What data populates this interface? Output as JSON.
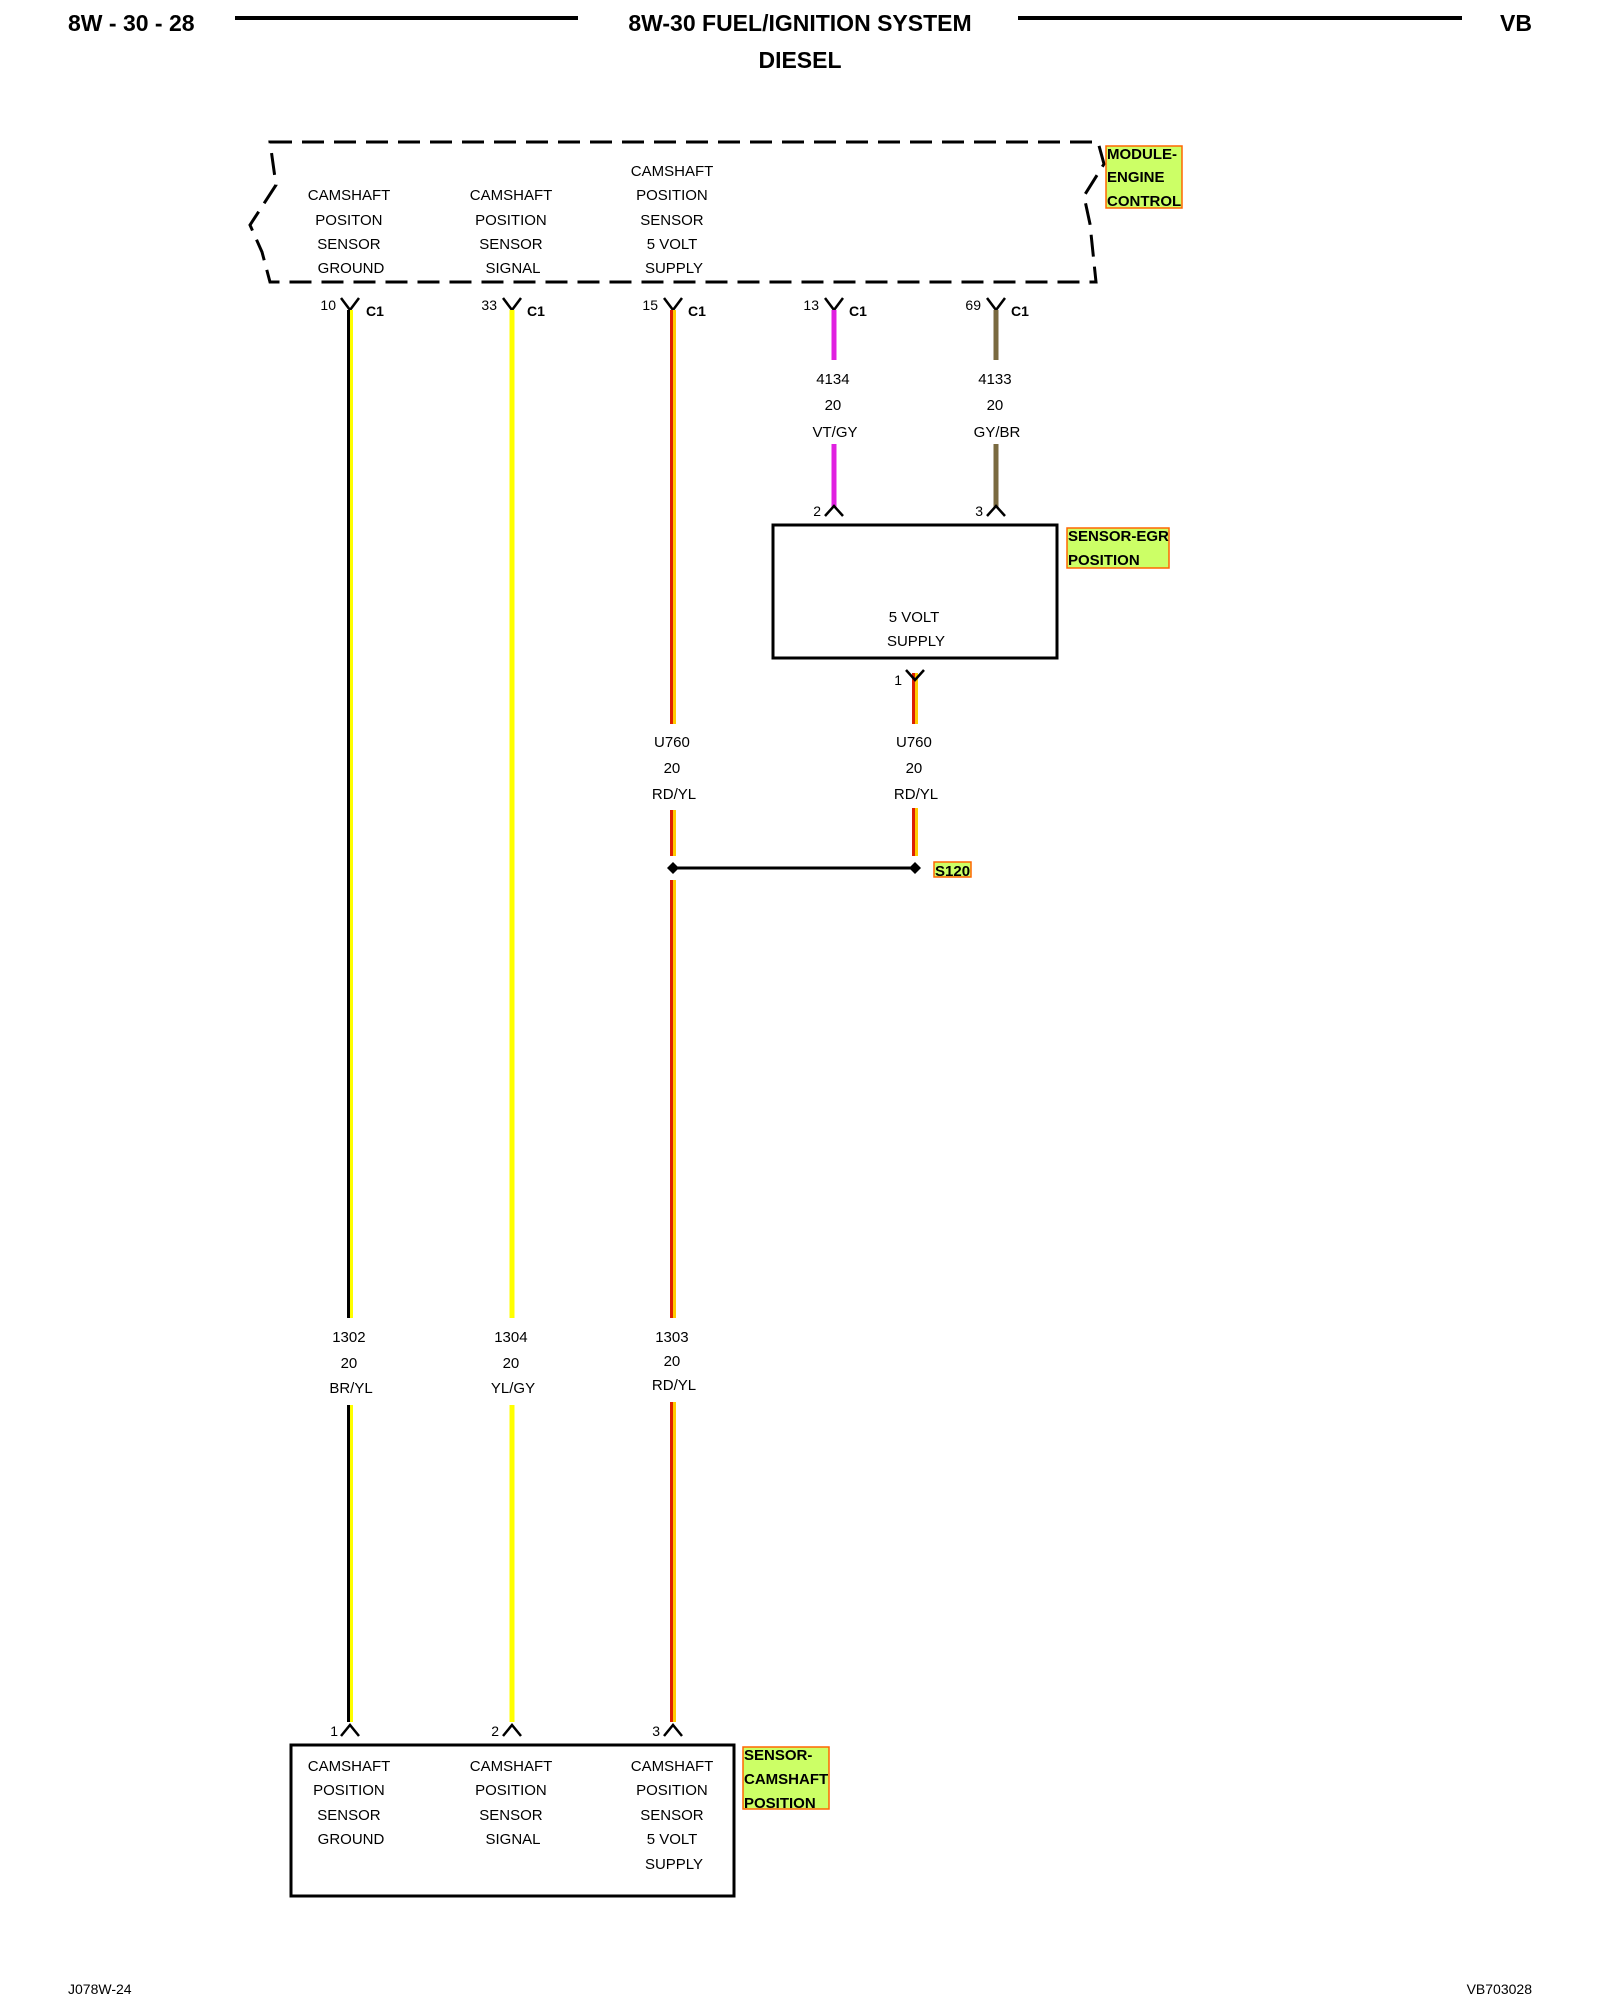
{
  "header": {
    "page_code": "8W - 30 - 28",
    "title": "8W-30 FUEL/IGNITION SYSTEM",
    "subtitle": "DIESEL",
    "model": "VB"
  },
  "footer": {
    "left_code": "J078W-24",
    "right_code": "VB703028"
  },
  "components": {
    "ecm": {
      "tag": [
        "MODULE-",
        "ENGINE",
        "CONTROL"
      ],
      "pin_labels": [
        [
          "CAMSHAFT",
          "POSITON",
          "SENSOR",
          "GROUND"
        ],
        [
          "CAMSHAFT",
          "POSITION",
          "SENSOR",
          "SIGNAL"
        ],
        [
          "CAMSHAFT",
          "POSITION",
          "SENSOR",
          "5 VOLT",
          "SUPPLY"
        ]
      ]
    },
    "egr_sensor": {
      "tag": [
        "SENSOR-EGR",
        "POSITION"
      ],
      "internal_label": [
        "5 VOLT",
        "SUPPLY"
      ]
    },
    "cam_sensor": {
      "tag": [
        "SENSOR-",
        "CAMSHAFT",
        "POSITION"
      ],
      "pin_labels": [
        [
          "CAMSHAFT",
          "POSITION",
          "SENSOR",
          "GROUND"
        ],
        [
          "CAMSHAFT",
          "POSITION",
          "SENSOR",
          "SIGNAL"
        ],
        [
          "CAMSHAFT",
          "POSITION",
          "SENSOR",
          "5 VOLT",
          "SUPPLY"
        ]
      ]
    }
  },
  "ecm_pins": [
    {
      "pin": "10",
      "connector": "C1"
    },
    {
      "pin": "33",
      "connector": "C1"
    },
    {
      "pin": "15",
      "connector": "C1"
    },
    {
      "pin": "13",
      "connector": "C1"
    },
    {
      "pin": "69",
      "connector": "C1"
    }
  ],
  "egr_pins": [
    "2",
    "3",
    "1"
  ],
  "cam_pins": [
    "1",
    "2",
    "3"
  ],
  "splice": {
    "name": "S120"
  },
  "wires": {
    "w1302": {
      "circuit": "1302",
      "gauge": "20",
      "color_code": "BR/YL",
      "colors": [
        "#000000",
        "#ffff00"
      ]
    },
    "w1304": {
      "circuit": "1304",
      "gauge": "20",
      "color_code": "YL/GY",
      "colors": [
        "#ffff00",
        "#ffff00"
      ]
    },
    "w1303": {
      "circuit": "1303",
      "gauge": "20",
      "color_code": "RD/YL",
      "colors": [
        "#dd2200",
        "#ffcc00"
      ]
    },
    "w4134": {
      "circuit": "4134",
      "gauge": "20",
      "color_code": "VT/GY",
      "colors": [
        "#e020e0",
        "#e020e0"
      ]
    },
    "w4133": {
      "circuit": "4133",
      "gauge": "20",
      "color_code": "GY/BR",
      "colors": [
        "#7a6a40",
        "#7a6a40"
      ]
    },
    "u760_ecm": {
      "circuit": "U760",
      "gauge": "20",
      "color_code": "RD/YL",
      "colors": [
        "#dd2200",
        "#ffcc00"
      ]
    },
    "u760_egr": {
      "circuit": "U760",
      "gauge": "20",
      "color_code": "RD/YL",
      "colors": [
        "#dd2200",
        "#ffcc00"
      ]
    }
  },
  "tag_color": "#ccff66",
  "tag_border_color": "#ff6600"
}
